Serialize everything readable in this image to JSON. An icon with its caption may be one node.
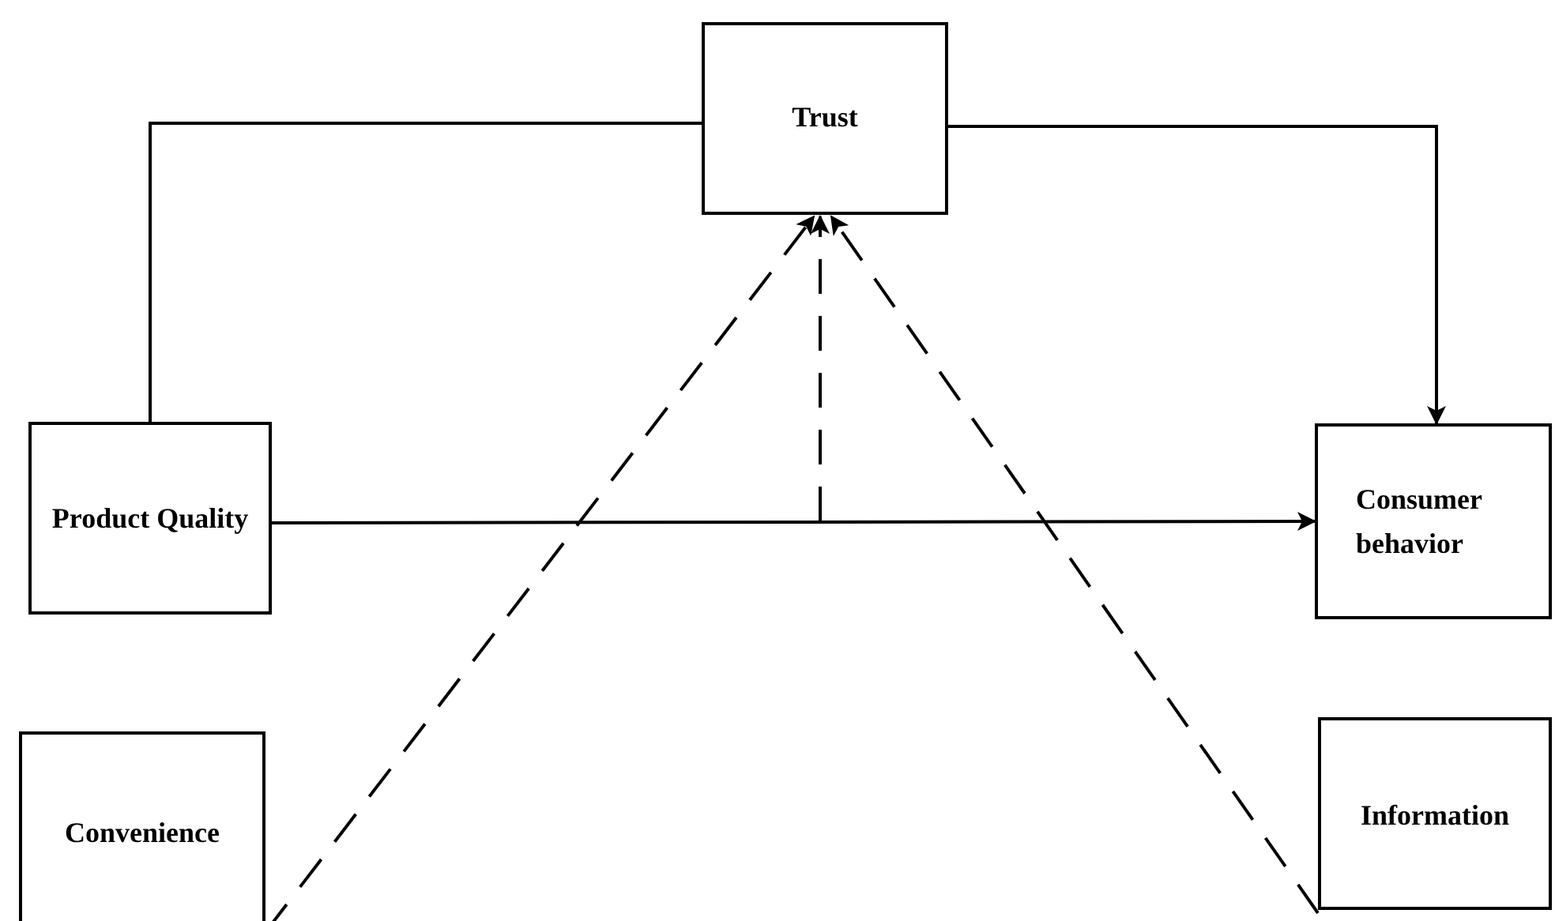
{
  "diagram": {
    "nodes": [
      {
        "text": [
          "Trust"
        ]
      },
      {
        "text": [
          "Product Quality"
        ]
      },
      {
        "text": [
          "Consumer behavior"
        ]
      },
      {
        "text": [
          "Convenience"
        ]
      },
      {
        "text": [
          "Information"
        ]
      }
    ],
    "edges": [
      {
        "from": 1,
        "to": 0,
        "arrow": "none"
      },
      {
        "from": 0,
        "to": 2,
        "arrow": "to"
      },
      {
        "from": 1,
        "to": 2,
        "arrow": "to"
      },
      {
        "from": null,
        "to": 0,
        "arrow": "to",
        "style": "dashed"
      },
      {
        "from": 3,
        "to": 0,
        "arrow": "to",
        "style": "dashed"
      },
      {
        "from": 4,
        "to": 0,
        "arrow": "to",
        "style": "dashed"
      }
    ]
  }
}
